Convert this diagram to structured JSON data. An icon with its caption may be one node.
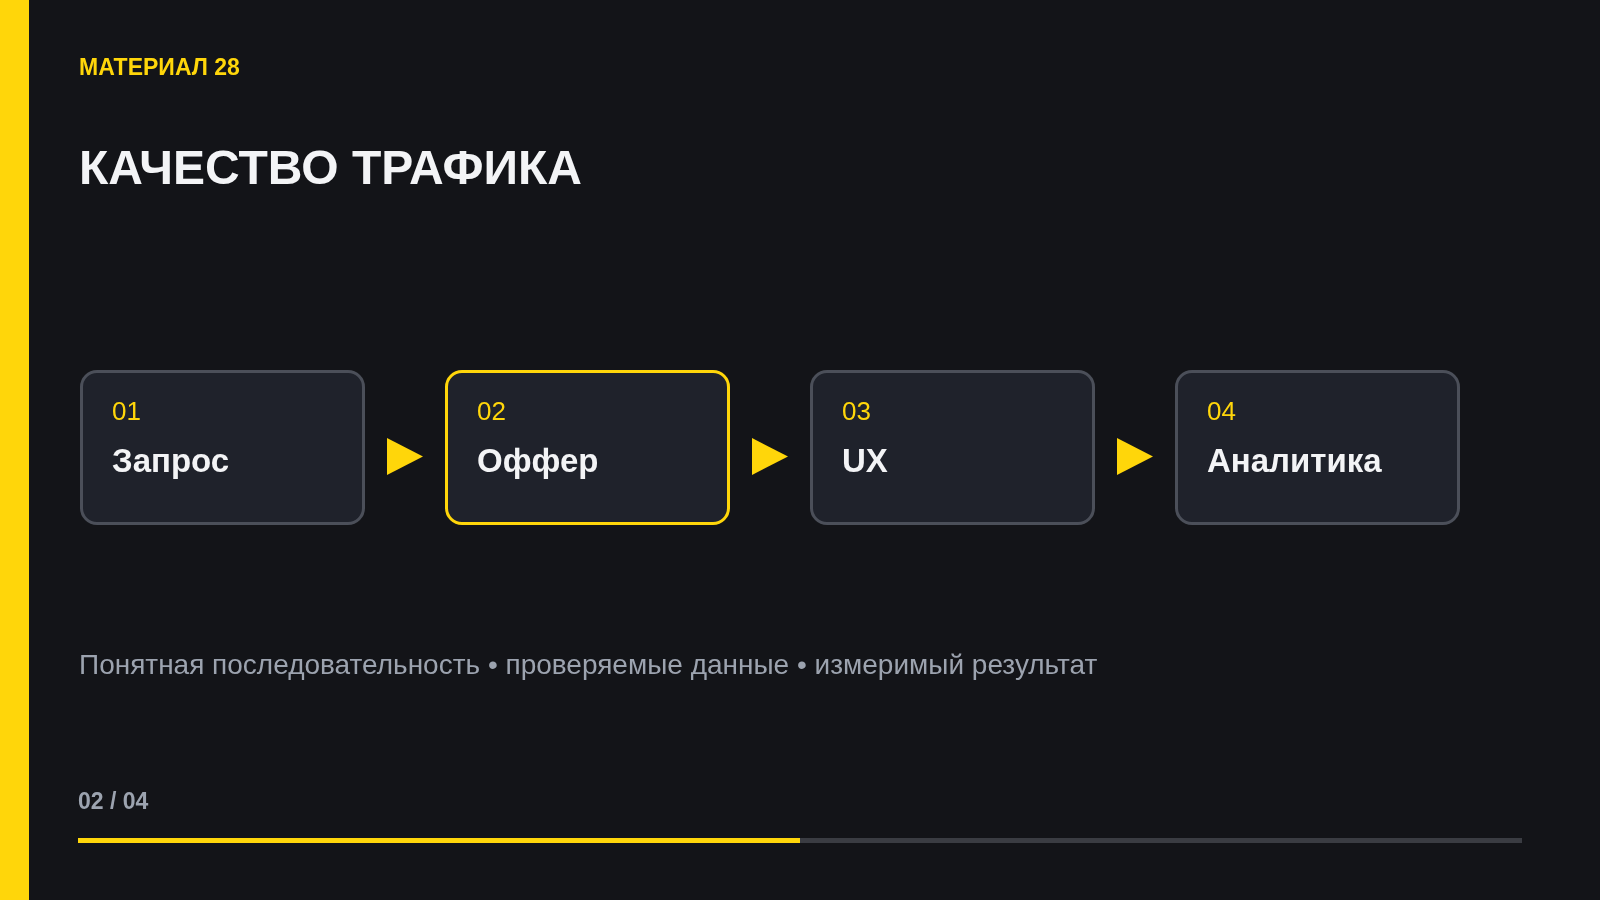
{
  "diagram": {
    "title": "КАЧЕСТВО ТРАФИКА",
    "nodes": [
      {
        "text": [
          "01",
          "Запрос"
        ]
      },
      {
        "text": [
          "02",
          "Оффер"
        ]
      },
      {
        "text": [
          "03",
          "UX"
        ]
      },
      {
        "text": [
          "04",
          "Аналитика"
        ]
      }
    ],
    "edges": [
      {
        "from": 0,
        "to": 1,
        "arrow": "to"
      },
      {
        "from": 1,
        "to": 2,
        "arrow": "to"
      },
      {
        "from": 2,
        "to": 3,
        "arrow": "to"
      }
    ],
    "labels": [
      "МАТЕРИАЛ 28",
      "Понятная последовательность • проверяемые данные • измеримый результат",
      "02 / 04"
    ]
  }
}
